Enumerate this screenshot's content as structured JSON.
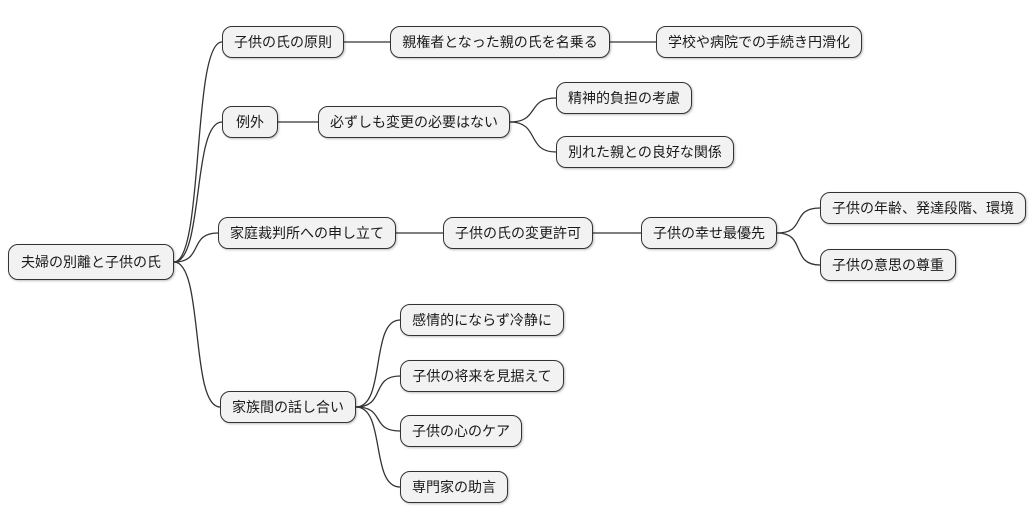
{
  "theme": {
    "background": "#ffffff",
    "node-fill": "#f2f2f2",
    "node-border": "#333333",
    "edge-color": "#333333",
    "text-color": "#1a1a1a"
  },
  "mindmap": {
    "root": {
      "label": "夫婦の別離と子供の氏"
    },
    "branches": [
      {
        "label": "子供の氏の原則",
        "children": [
          {
            "label": "親権者となった親の氏を名乗る",
            "children": [
              {
                "label": "学校や病院での手続き円滑化"
              }
            ]
          }
        ]
      },
      {
        "label": "例外",
        "children": [
          {
            "label": "必ずしも変更の必要はない",
            "children": [
              {
                "label": "精神的負担の考慮"
              },
              {
                "label": "別れた親との良好な関係"
              }
            ]
          }
        ]
      },
      {
        "label": "家庭裁判所への申し立て",
        "children": [
          {
            "label": "子供の氏の変更許可",
            "children": [
              {
                "label": "子供の幸せ最優先",
                "children": [
                  {
                    "label": "子供の年齢、発達段階、環境"
                  },
                  {
                    "label": "子供の意思の尊重"
                  }
                ]
              }
            ]
          }
        ]
      },
      {
        "label": "家族間の話し合い",
        "children": [
          {
            "label": "感情的にならず冷静に"
          },
          {
            "label": "子供の将来を見据えて"
          },
          {
            "label": "子供の心のケア"
          },
          {
            "label": "専門家の助言"
          }
        ]
      }
    ]
  }
}
